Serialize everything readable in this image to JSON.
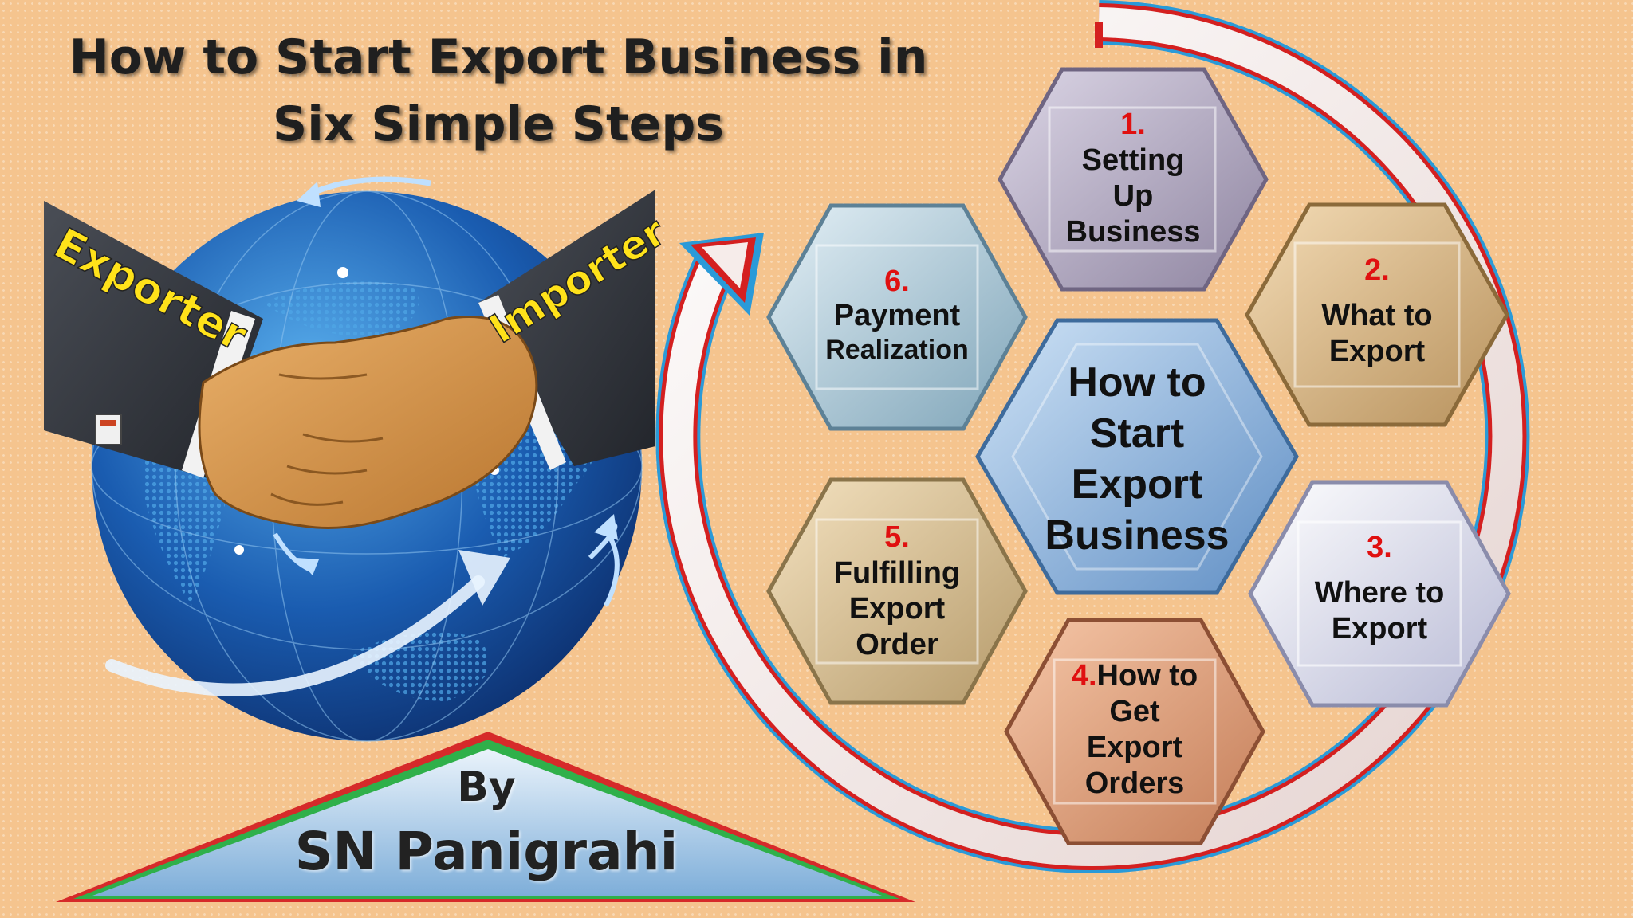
{
  "title": {
    "line1": "How to Start Export Business in",
    "line2": "Six Simple Steps"
  },
  "illustration": {
    "exporter_label": "Exporter",
    "importer_label": "Importer"
  },
  "author": {
    "by": "By",
    "name": "SN Panigrahi"
  },
  "center": {
    "lines": [
      "How to",
      "Start",
      "Export",
      "Business"
    ]
  },
  "steps": [
    {
      "number": "1.",
      "lines": [
        "Setting",
        "Up",
        "Business"
      ]
    },
    {
      "number": "2.",
      "lines": [
        "What to",
        "Export"
      ]
    },
    {
      "number": "3.",
      "lines": [
        "Where to",
        "Export"
      ]
    },
    {
      "number": "4.",
      "first_line_rest": "How to",
      "lines": [
        "Get",
        "Export",
        "Orders"
      ]
    },
    {
      "number": "5.",
      "lines": [
        "Fulfilling",
        "Export",
        "Order"
      ]
    },
    {
      "number": "6.",
      "lines": [
        "Payment",
        "Realization"
      ]
    }
  ],
  "colors": {
    "accent_red": "#e01010",
    "arrow_border_red": "#d42020",
    "arrow_border_blue": "#2a9ad8"
  }
}
